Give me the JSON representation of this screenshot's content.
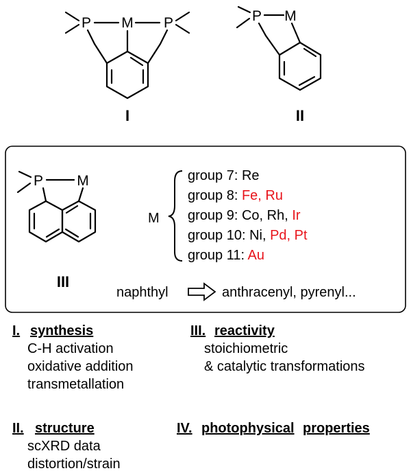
{
  "structures": {
    "I": {
      "label": "I",
      "atoms": {
        "p_left": "P",
        "metal": "M",
        "p_right": "P"
      }
    },
    "II": {
      "label": "II",
      "atoms": {
        "p": "P",
        "metal": "M"
      }
    },
    "III": {
      "label": "III",
      "atoms": {
        "p": "P",
        "metal": "M"
      }
    }
  },
  "box": {
    "metal_label": "M",
    "groups": [
      {
        "prefix": "group 7: ",
        "items": [
          {
            "text": "Re",
            "color": "#000000"
          }
        ]
      },
      {
        "prefix": "group 8: ",
        "items": [
          {
            "text": "Fe, Ru",
            "color": "#e8141b"
          }
        ]
      },
      {
        "prefix": "group 9: ",
        "items": [
          {
            "text": "Co, Rh, ",
            "color": "#000000"
          },
          {
            "text": "Ir",
            "color": "#e8141b"
          }
        ]
      },
      {
        "prefix": "group 10: ",
        "items": [
          {
            "text": "Ni, ",
            "color": "#000000"
          },
          {
            "text": "Pd, Pt",
            "color": "#e8141b"
          }
        ]
      },
      {
        "prefix": "group 11: ",
        "items": [
          {
            "text": "Au",
            "color": "#e8141b"
          }
        ]
      }
    ],
    "naphthyl": "naphthyl",
    "extension": "anthracenyl, pyrenyl..."
  },
  "sections": {
    "synthesis": {
      "num": "I.",
      "title": "synthesis",
      "lines": [
        "C-H activation",
        "oxidative addition",
        "transmetallation"
      ]
    },
    "structure": {
      "num": "II.",
      "title": "structure",
      "lines": [
        "scXRD data",
        "distortion/strain"
      ]
    },
    "reactivity": {
      "num": "III.",
      "title": "reactivity",
      "lines": [
        "stoichiometric",
        "& catalytic transformations"
      ]
    },
    "photophysical": {
      "num": "IV.",
      "title_words": [
        "photophysical",
        "properties"
      ]
    }
  },
  "colors": {
    "highlight": "#e8141b",
    "ink": "#000000"
  }
}
